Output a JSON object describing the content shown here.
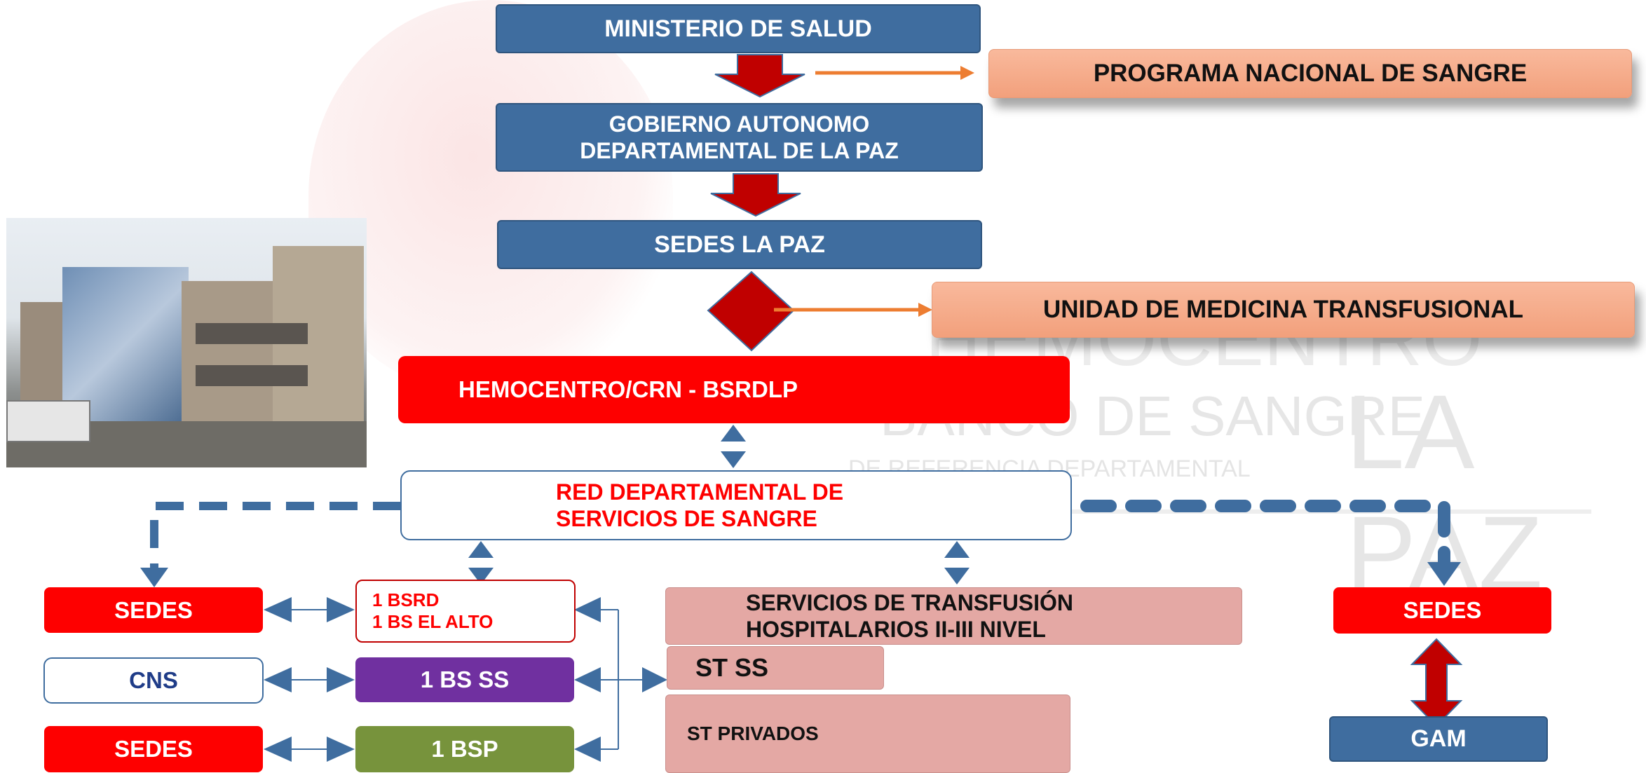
{
  "top": {
    "ministerio": "MINISTERIO DE SALUD",
    "programa": "PROGRAMA NACIONAL DE SANGRE",
    "gobierno": "GOBIERNO AUTONOMO\nDEPARTAMENTAL DE LA PAZ",
    "sedes_lapaz": "SEDES LA PAZ",
    "unidad": "UNIDAD DE MEDICINA TRANSFUSIONAL",
    "hemocentro": "HEMOCENTRO/CRN  - BSRDLP",
    "red": "RED DEPARTAMENTAL DE\nSERVICIOS DE SANGRE"
  },
  "left": {
    "sedes_1": "SEDES",
    "cns": "CNS",
    "sedes_2": "SEDES",
    "bsrd": "1  BSRD\n1  BS EL ALTO",
    "bs_ss": "1 BS SS",
    "bsp": "1  BSP"
  },
  "center": {
    "servicios": "SERVICIOS DE TRANSFUSIÓN\n        HOSPITALARIOS II-III NIVEL",
    "st_ss": "ST SS",
    "st_privados": "ST PRIVADOS"
  },
  "right": {
    "sedes": "SEDES",
    "gam": "GAM"
  },
  "watermark": {
    "line1": "HEMOCENTRO",
    "line2": "BANCO DE SANGRE",
    "line3": "DE REFERENCIA DEPARTAMENTAL",
    "line4": "LA PAZ"
  },
  "colors": {
    "blue": "#3f6d9f",
    "red": "#fe0000",
    "dark_red": "#c00000",
    "salmon": "#f4a582",
    "pink": "#e4a8a4",
    "purple": "#7030a0",
    "olive": "#77933c",
    "navy": "#1f3c88",
    "orange": "#ed7d31"
  }
}
